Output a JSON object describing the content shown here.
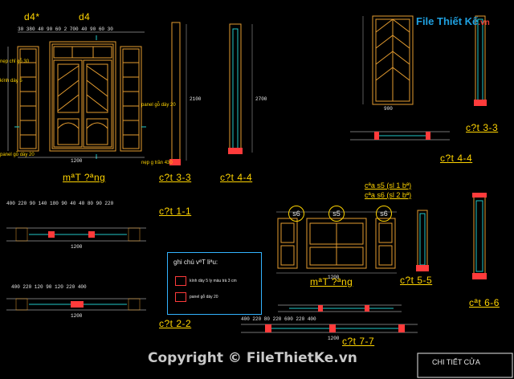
{
  "drawing": {
    "top_labels": {
      "d4_left": "d4*",
      "d4_mid": "d4"
    },
    "views": {
      "mat_dung_1": "mªT ?ªng",
      "cat_3_3_a": "c?t 3-3",
      "cat_4_4_a": "c?t 4-4",
      "cat_1_1": "c?t 1-1",
      "cat_2_2": "c?t 2-2",
      "cat_3_3_b": "c?t 3-3",
      "cat_4_4_b": "c?t 4-4",
      "mat_dung_2": "mªT ?ªng",
      "cat_5_5": "c?t 5-5",
      "cat_6_6": "cªt 6-6",
      "cat_7_7": "c?t 7-7"
    },
    "door_notes": {
      "s5": "cªa s5 (sl 1 bª)",
      "s6": "cªa s6 (sl 2 bª)"
    },
    "tags": {
      "s5": "s5",
      "s6a": "s6",
      "s6b": "s6"
    },
    "legend": {
      "title": "ghi chú vªT liªu:",
      "row1": "kính dày 5 ly màu trà 3 cm",
      "row2": "panel gỗ dày 20"
    },
    "small_notes": {
      "nep_chi": "nẹp chỉ gỗ 30",
      "kinh": "kính dày 5",
      "panel_left": "panel gỗ dày 20",
      "panel_right": "panel gỗ dày 20",
      "nep_tran": "nẹp g trần 430"
    },
    "dims": {
      "w1200_a": "1200",
      "w1200_b": "1200",
      "w1200_c": "1200",
      "w1200_d": "1200",
      "w1200_e": "1200",
      "w900": "900",
      "h2100": "2100",
      "h2700": "2700",
      "row_top": "30 380 40 90 60 2 700 40 90 60 30",
      "row_11": "400 220 90 140 180 90 40 40 80 90 220",
      "row_22": "400 220 120 90 120 220 400",
      "row_77": "400 220 80 220 600 220 400"
    }
  },
  "branding": {
    "logo_main": "File Thiết Kế",
    "logo_suffix": ".vn",
    "copyright": "Copyright © FileThietKe.vn",
    "sheet_title": "CHI TIẾT CỬA"
  },
  "colors": {
    "background": "#000000",
    "frame": "#e39b2f",
    "label": "#ffd400",
    "dim": "#e8e8e8",
    "cyan": "#22c9c9",
    "red": "#ff3b3b",
    "legend_border": "#33b3ff"
  }
}
